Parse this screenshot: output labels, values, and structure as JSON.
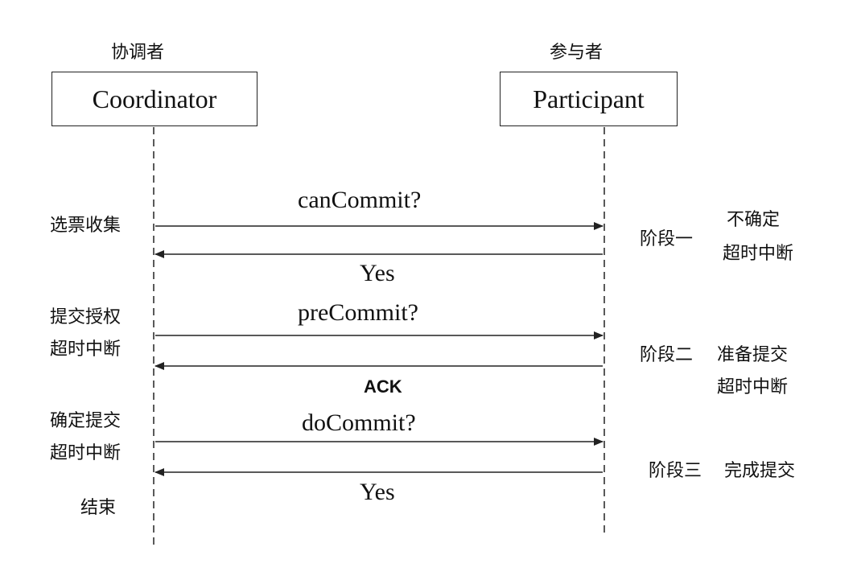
{
  "actors": {
    "coordinator": {
      "cn_label": "协调者",
      "name": "Coordinator"
    },
    "participant": {
      "cn_label": "参与者",
      "name": "Participant"
    }
  },
  "messages": [
    {
      "label": "canCommit?",
      "direction": "right"
    },
    {
      "label": "Yes",
      "direction": "left"
    },
    {
      "label": "preCommit?",
      "direction": "right"
    },
    {
      "label": "ACK",
      "direction": "left"
    },
    {
      "label": "doCommit?",
      "direction": "right"
    },
    {
      "label": "Yes",
      "direction": "left"
    }
  ],
  "coordinator_notes": [
    {
      "lines": [
        "选票收集"
      ]
    },
    {
      "lines": [
        "提交授权",
        "超时中断"
      ]
    },
    {
      "lines": [
        "确定提交",
        "超时中断"
      ]
    },
    {
      "lines": [
        "结束"
      ]
    }
  ],
  "phases": [
    {
      "name": "阶段一",
      "desc": [
        "不确定",
        "超时中断"
      ]
    },
    {
      "name": "阶段二",
      "desc": [
        "准备提交",
        "超时中断"
      ]
    },
    {
      "name": "阶段三",
      "desc": [
        "完成提交"
      ]
    }
  ]
}
